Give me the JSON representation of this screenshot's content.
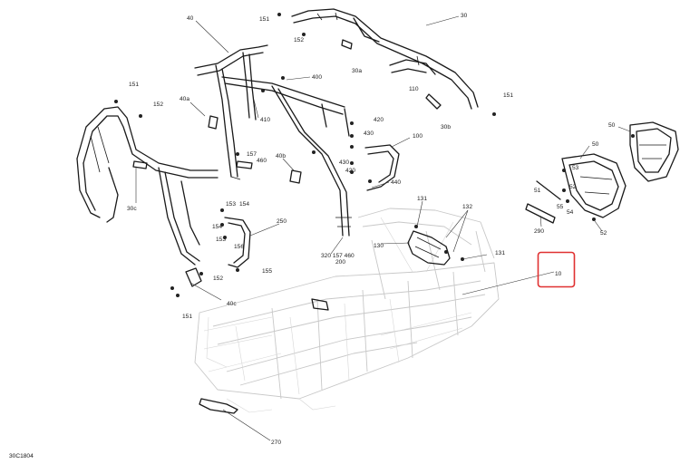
{
  "figure_code": "30C1804",
  "highlight_color": "#e03131",
  "callouts": {
    "c10": "10",
    "c30": "30",
    "c30a": "30a",
    "c30b": "30b",
    "c30c": "30c",
    "c40": "40",
    "c40a": "40a",
    "c40b": "40b",
    "c40c": "40c",
    "c50a": "50",
    "c50b": "50",
    "c51": "51",
    "c52a": "52",
    "c52b": "52",
    "c53": "53",
    "c54": "54",
    "c55": "55",
    "c100": "100",
    "c110": "110",
    "c130": "130",
    "c131a": "131",
    "c131b": "131",
    "c132": "132",
    "c151a": "151",
    "c151b": "151",
    "c151c": "151",
    "c151d": "151",
    "c152a": "152",
    "c152b": "152",
    "c152c": "152",
    "c153a": "153",
    "c153b": "153",
    "c154a": "154",
    "c154b": "154",
    "c155": "155",
    "c156": "156",
    "c157": "157",
    "c200": "200",
    "c250": "250",
    "c270": "270",
    "c290": "290",
    "c320": "320 157 460",
    "c400": "400",
    "c410": "410",
    "c420a": "420",
    "c420b": "420",
    "c430a": "430",
    "c430b": "430",
    "c440": "440",
    "c460": "460"
  }
}
